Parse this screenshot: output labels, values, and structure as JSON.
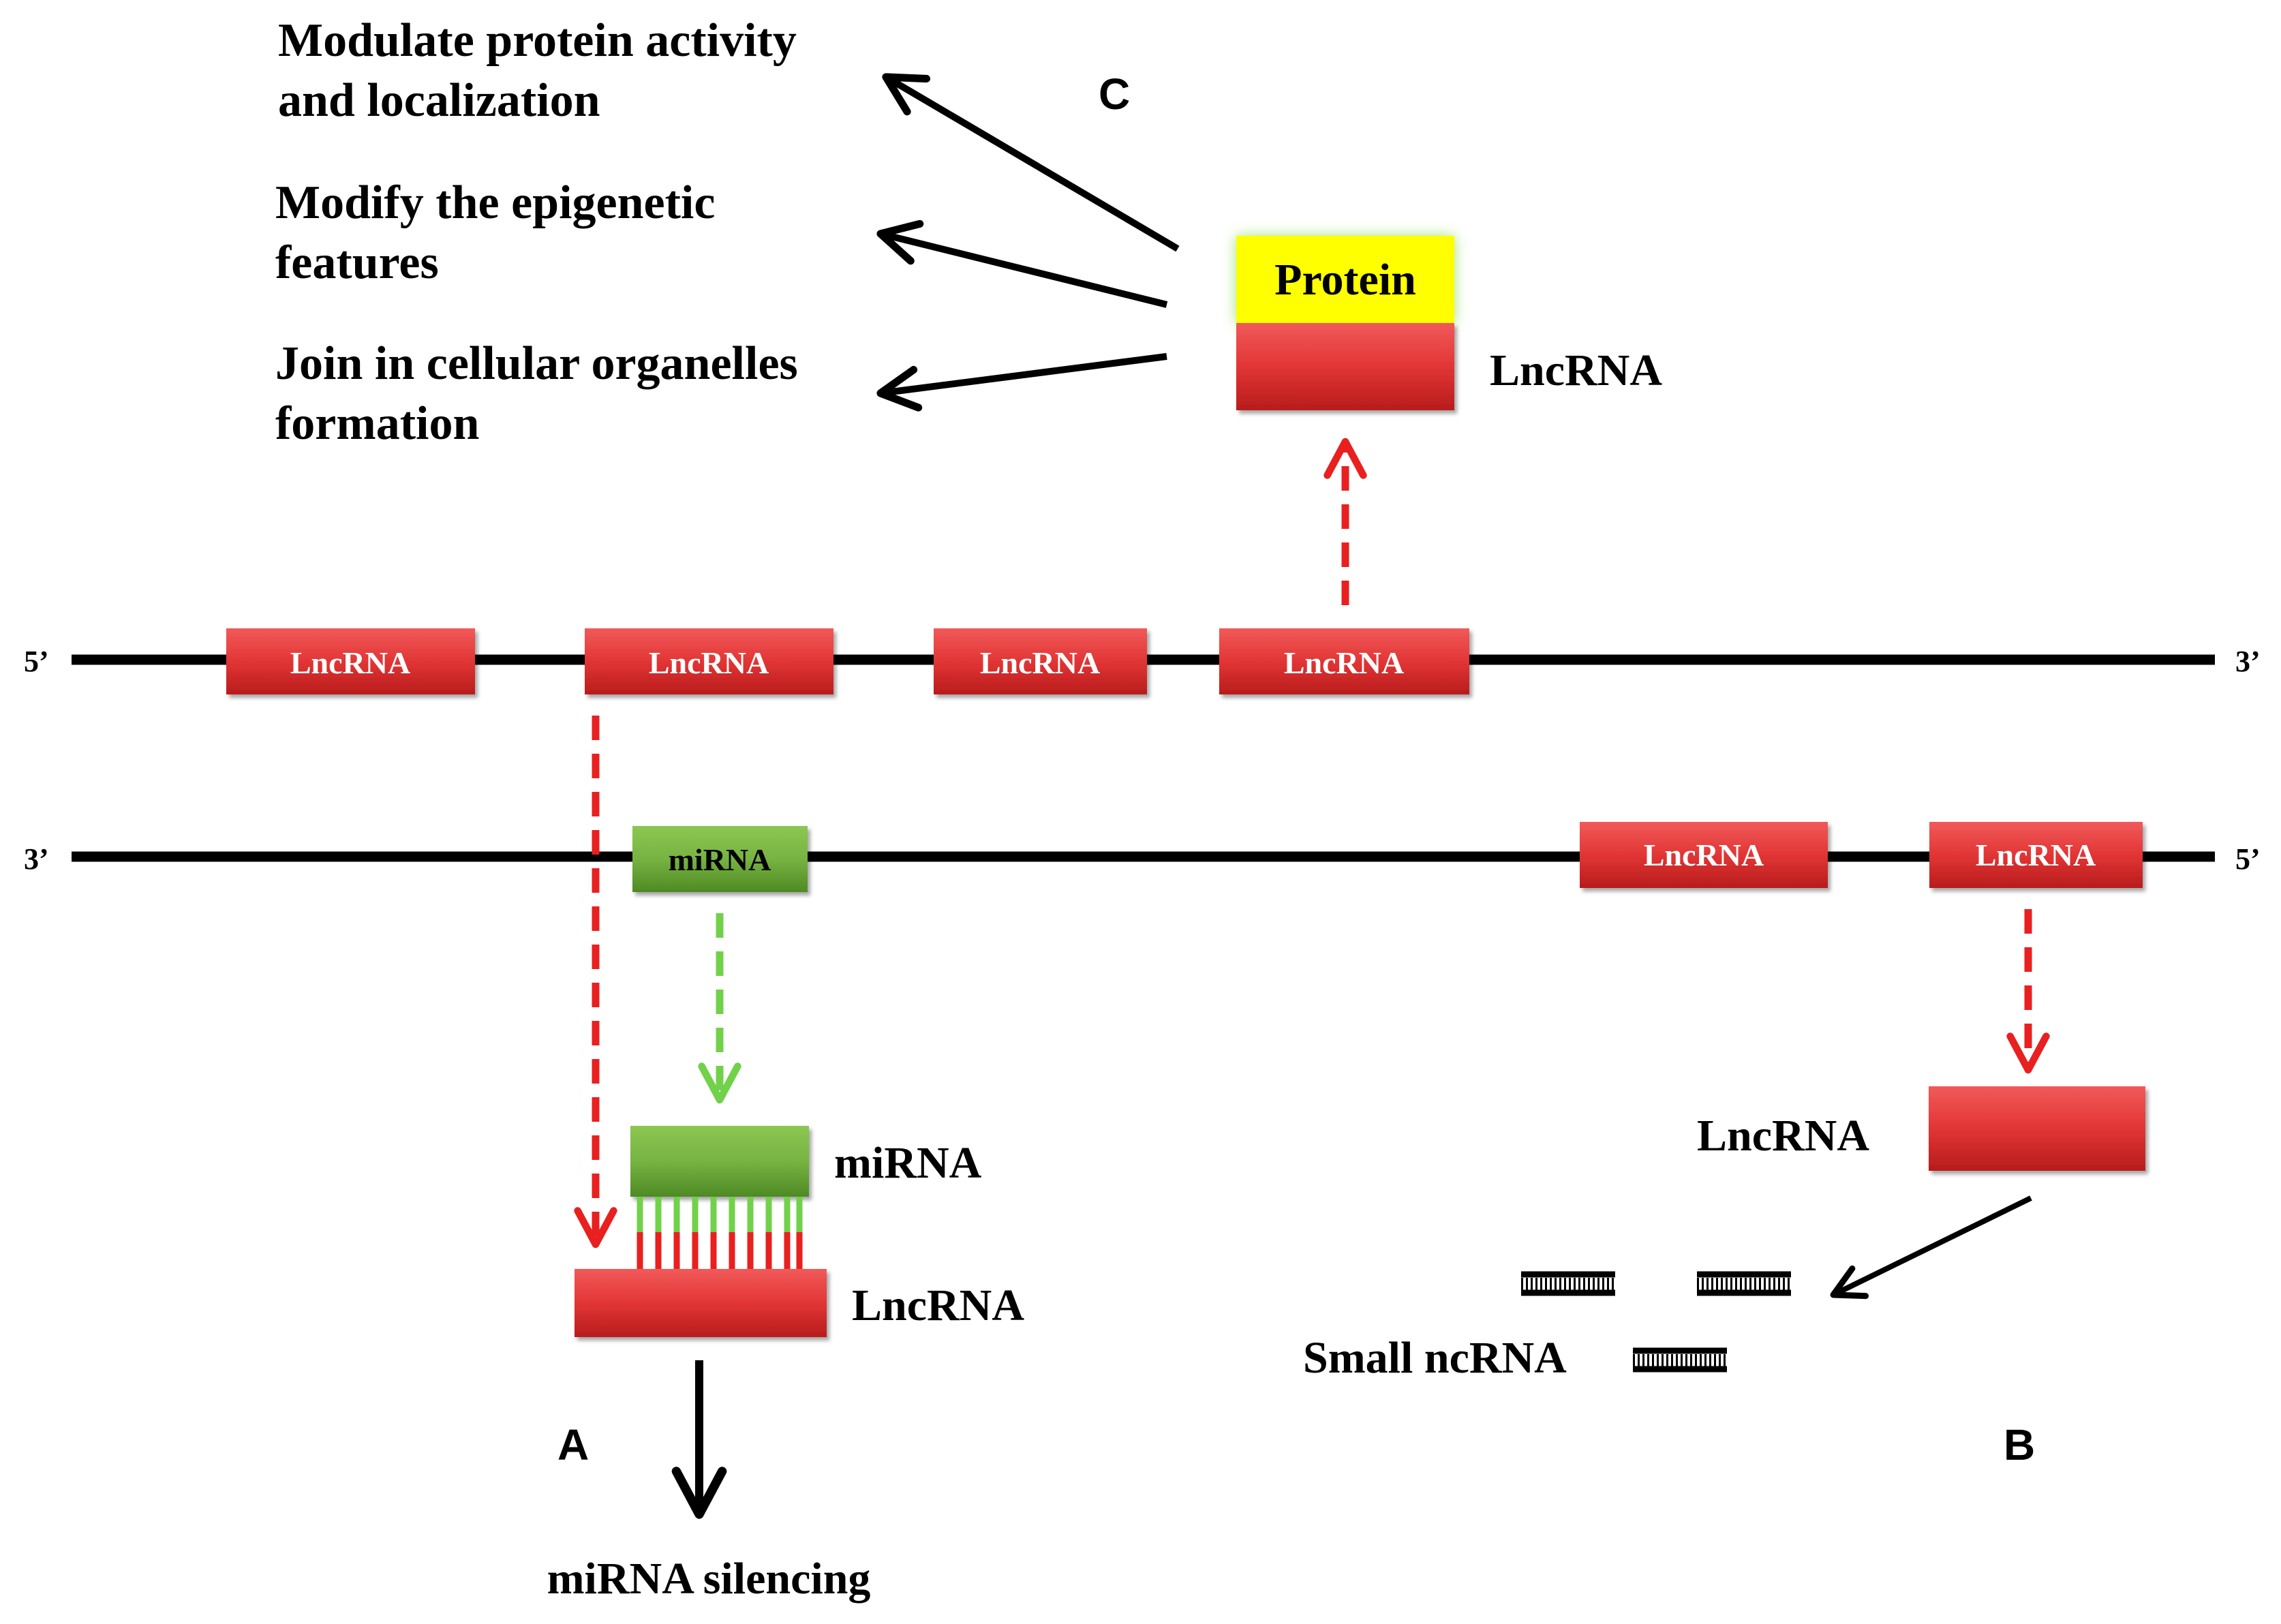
{
  "strands": {
    "top": {
      "left_end": "5’",
      "right_end": "3’"
    },
    "bottom": {
      "left_end": "3’",
      "right_end": "5’"
    }
  },
  "top_strand_boxes": [
    "LncRNA",
    "LncRNA",
    "LncRNA",
    "LncRNA"
  ],
  "bottom_strand_boxes": {
    "mirna": "miRNA",
    "lnc": [
      "LncRNA",
      "LncRNA"
    ]
  },
  "panel_c": {
    "letter": "C",
    "protein_label": "Protein",
    "lncrna_label": "LncRNA",
    "functions": [
      {
        "line1": "Modulate protein activity",
        "line2": "and localization"
      },
      {
        "line1": "Modify the epigenetic",
        "line2": "features"
      },
      {
        "line1": "Join in cellular organelles",
        "line2": "formation"
      }
    ]
  },
  "panel_a": {
    "letter": "A",
    "mirna_label": "miRNA",
    "lncrna_label": "LncRNA",
    "outcome": "miRNA silencing"
  },
  "panel_b": {
    "letter": "B",
    "lncrna_label": "LncRNA",
    "small_label": "Small ncRNA"
  },
  "colors": {
    "lncrna_red": "#e23535",
    "mirna_green": "#77b341",
    "protein_yellow": "#ffff00",
    "arrow_red": "#e8201f",
    "arrow_green": "#72d14a",
    "line_black": "#000000"
  }
}
